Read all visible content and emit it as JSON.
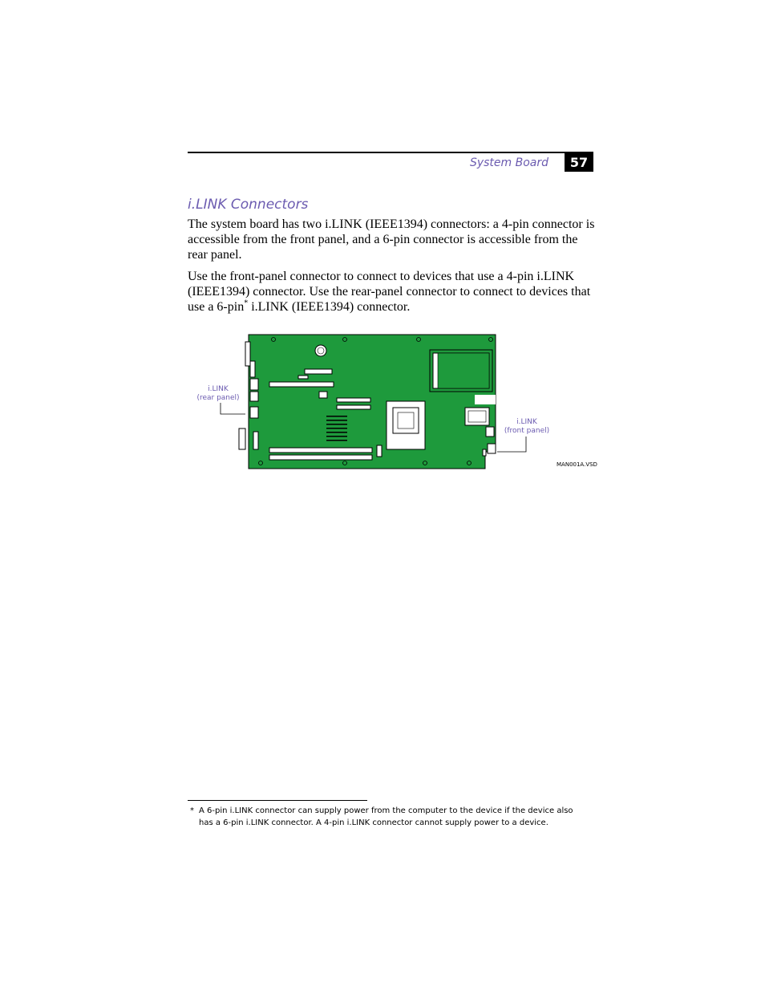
{
  "header": {
    "running_head": "System Board",
    "page_number": "57"
  },
  "section": {
    "title": "i.LINK Connectors"
  },
  "body": {
    "paragraph1": "The system board has two i.LINK (IEEE1394) connectors: a 4-pin connector is accessible from the front panel, and a 6-pin connector is accessible from the rear panel.",
    "paragraph2_before": "Use the front-panel connector to connect to devices that use a 4-pin i.LINK (IEEE1394) connector. Use the rear-panel connector to connect to devices that use a 6-pin",
    "paragraph2_mark": "*",
    "paragraph2_after": " i.LINK (IEEE1394) connector."
  },
  "figure": {
    "callout_rear_line1": "i.LINK",
    "callout_rear_line2": "(rear panel)",
    "callout_front_line1": "i.LINK",
    "callout_front_line2": "(front panel)",
    "figure_id": "MAN001A.VSD",
    "board_color": "#1e9a3c"
  },
  "footnote": {
    "mark": "*",
    "text": "A 6-pin i.LINK connector can supply power from the computer to the device if the device also has a 6-pin i.LINK connector. A 4-pin i.LINK connector cannot supply power to a device."
  }
}
